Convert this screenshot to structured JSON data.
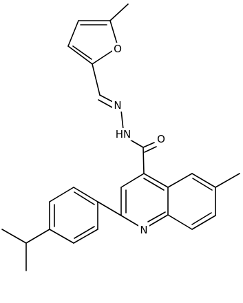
{
  "molecule": {
    "atoms": [
      {
        "id": "O_furan",
        "label": "O"
      },
      {
        "id": "N_imine",
        "label": "N"
      },
      {
        "id": "N_amide",
        "label": "HN"
      },
      {
        "id": "O_carbonyl",
        "label": "O"
      },
      {
        "id": "N_quinoline",
        "label": "N"
      }
    ],
    "colors": {
      "bond": "#000000",
      "label": "#000000",
      "background": "#ffffff"
    }
  }
}
